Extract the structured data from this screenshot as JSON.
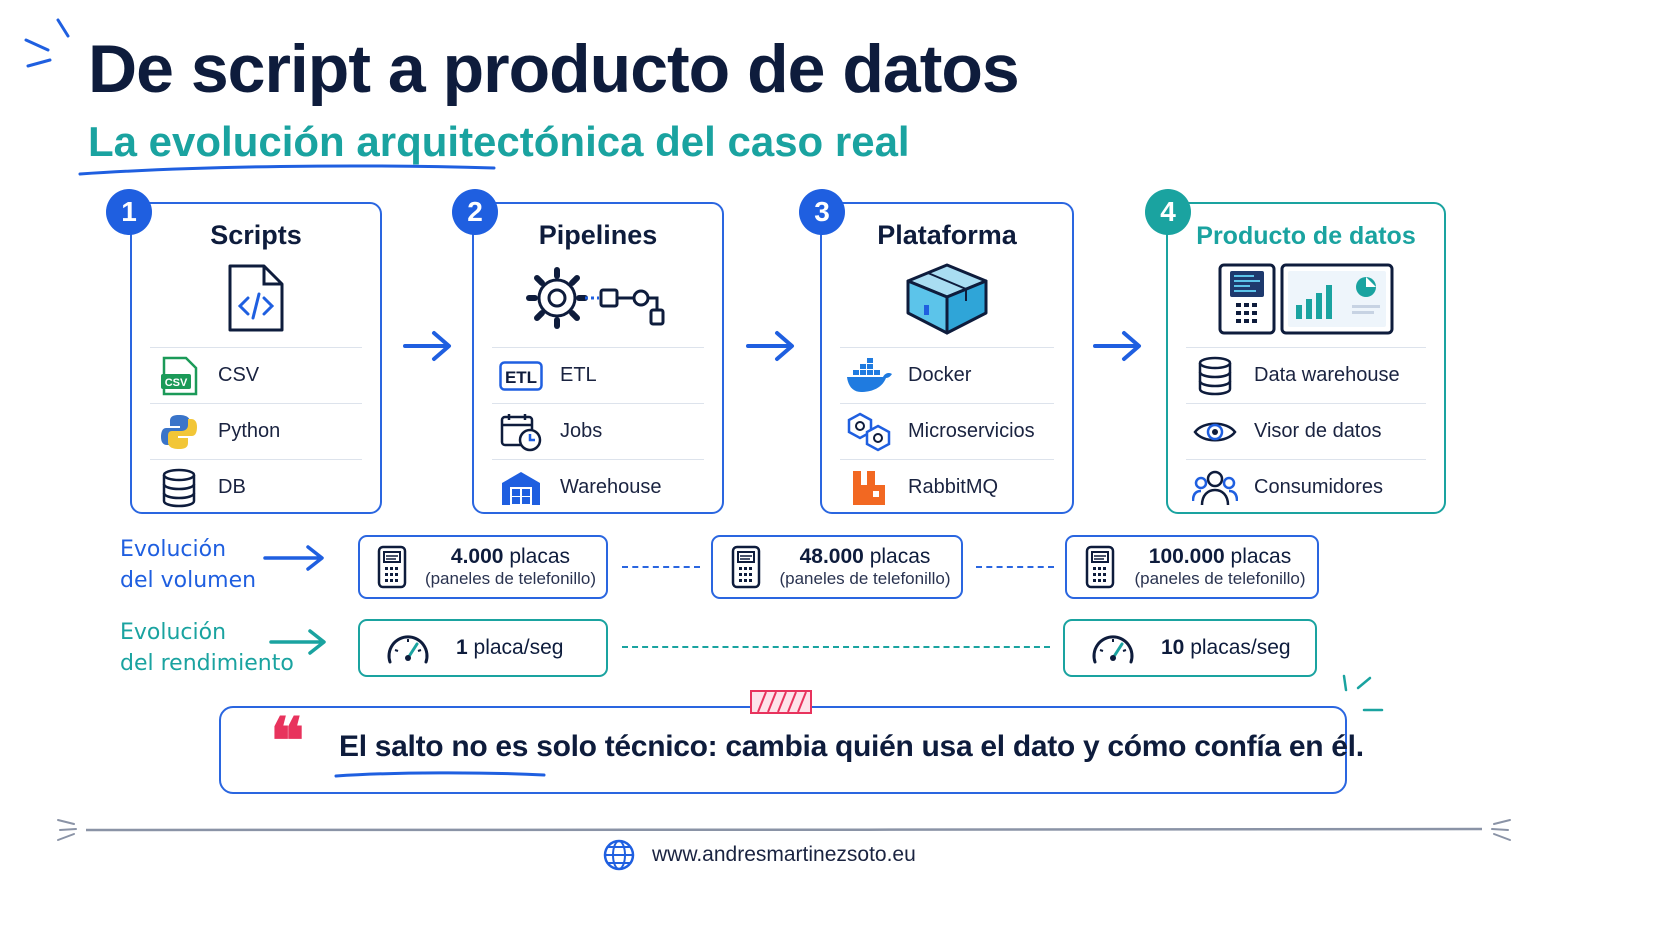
{
  "title": "De script a producto de datos",
  "subtitle": "La evolución arquitectónica del caso real",
  "stages": [
    {
      "number": "1",
      "title": "Scripts",
      "items": [
        {
          "label": "CSV",
          "icon": "csv-file-icon"
        },
        {
          "label": "Python",
          "icon": "python-icon"
        },
        {
          "label": "DB",
          "icon": "database-icon"
        }
      ]
    },
    {
      "number": "2",
      "title": "Pipelines",
      "items": [
        {
          "label": "ETL",
          "icon": "etl-icon"
        },
        {
          "label": "Jobs",
          "icon": "calendar-clock-icon"
        },
        {
          "label": "Warehouse",
          "icon": "warehouse-icon"
        }
      ]
    },
    {
      "number": "3",
      "title": "Plataforma",
      "items": [
        {
          "label": "Docker",
          "icon": "docker-icon"
        },
        {
          "label": "Microservicios",
          "icon": "hexagon-gears-icon"
        },
        {
          "label": "RabbitMQ",
          "icon": "rabbitmq-icon"
        }
      ]
    },
    {
      "number": "4",
      "title": "Producto de datos",
      "items": [
        {
          "label": "Data warehouse",
          "icon": "database-icon"
        },
        {
          "label": "Visor de datos",
          "icon": "eye-icon"
        },
        {
          "label": "Consumidores",
          "icon": "users-icon"
        }
      ]
    }
  ],
  "volume": {
    "label_line1": "Evolución",
    "label_line2": "del volumen",
    "items": [
      {
        "value": "4.000",
        "unit": "placas",
        "note": "(paneles de telefonillo)"
      },
      {
        "value": "48.000",
        "unit": "placas",
        "note": "(paneles de telefonillo)"
      },
      {
        "value": "100.000",
        "unit": "placas",
        "note": "(paneles de telefonillo)"
      }
    ]
  },
  "performance": {
    "label_line1": "Evolución",
    "label_line2": "del rendimiento",
    "items": [
      {
        "value": "1",
        "unit": "placa/seg"
      },
      {
        "value": "10",
        "unit": "placas/seg"
      }
    ]
  },
  "quote": {
    "mark": "❝",
    "text": "El salto no es solo técnico: cambia quién usa el dato y cómo confía en él."
  },
  "footer": {
    "url": "www.andresmartinezsoto.eu"
  },
  "colors": {
    "primary": "#1f5fe0",
    "teal": "#1aa3a0",
    "navy": "#0e1c3c",
    "pink": "#e8335d"
  }
}
